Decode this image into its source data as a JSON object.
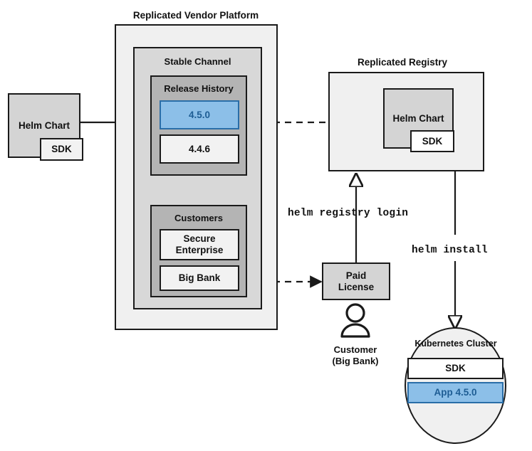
{
  "diagram": {
    "title_vendor_platform": "Replicated Vendor Platform",
    "title_registry": "Replicated Registry",
    "group_stable_channel": "Stable Channel",
    "group_release_history": "Release History",
    "group_customers": "Customers",
    "source_chart": {
      "label": "Helm Chart",
      "sdk_label": "SDK"
    },
    "releases": [
      {
        "version": "4.5.0",
        "highlighted": true
      },
      {
        "version": "4.4.6",
        "highlighted": false
      }
    ],
    "customers": [
      {
        "name": "Secure\nEnterprise"
      },
      {
        "name": "Big Bank"
      }
    ],
    "registry_chart": {
      "label": "Helm Chart",
      "sdk_label": "SDK"
    },
    "paid_license": "Paid\nLicense",
    "customer_actor": {
      "line1": "Customer",
      "line2": "(Big Bank)"
    },
    "commands": {
      "registry_login": "helm registry login",
      "install": "helm install"
    },
    "cluster": {
      "title": "Kubernetes Cluster",
      "items": [
        {
          "label": "SDK",
          "highlighted": false
        },
        {
          "label": "App 4.5.0",
          "highlighted": true
        }
      ]
    },
    "colors": {
      "stroke": "#1a1a1a",
      "highlight_fill": "#8cbfe8",
      "highlight_border": "#2a6ea8",
      "highlight_text": "#1e5d94",
      "outer_fill": "#f0f0f0",
      "channel_fill": "#d8d8d8",
      "subgroup_fill": "#b4b4b4",
      "box_fill": "#f2f2f2",
      "chart_fill": "#d4d4d4"
    }
  }
}
